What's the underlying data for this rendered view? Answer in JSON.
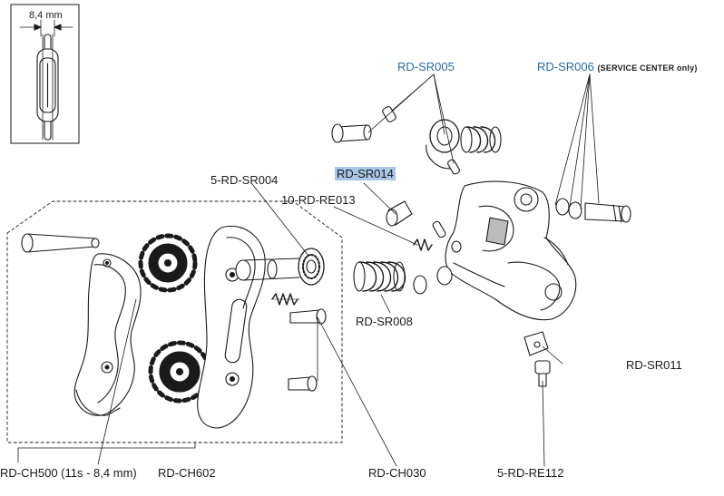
{
  "inset": {
    "dimension": "8,4 mm"
  },
  "labels": {
    "sr005": "RD-SR005",
    "sr006": "RD-SR006",
    "sr006_note": "(SERVICE CENTER only)",
    "sr014": "RD-SR014",
    "sr004": "5-RD-SR004",
    "re013": "10-RD-RE013",
    "sr008": "RD-SR008",
    "sr011": "RD-SR011",
    "ch500": "RD-CH500 (11s - 8,4 mm)",
    "ch602": "RD-CH602",
    "ch030": "RD-CH030",
    "re112": "5-RD-RE112"
  },
  "colors": {
    "ink": "#1a1a1a",
    "callout_blue": "#2c6aa3",
    "highlight": "#a9c6e6"
  }
}
